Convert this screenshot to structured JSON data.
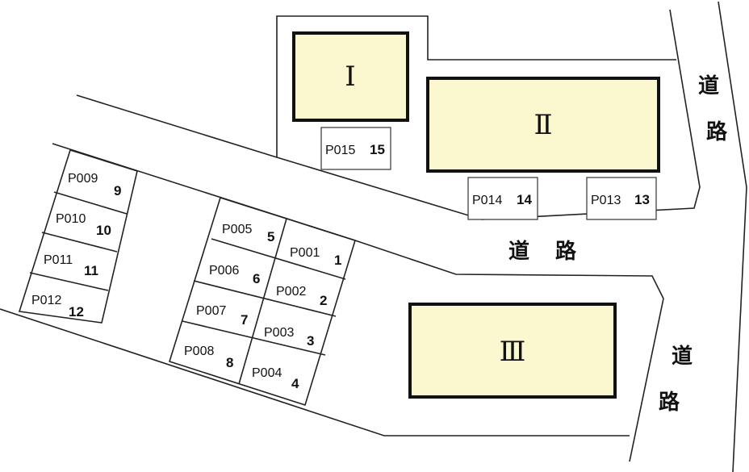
{
  "buildings": [
    {
      "id": "I",
      "label": "Ⅰ"
    },
    {
      "id": "II",
      "label": "Ⅱ"
    },
    {
      "id": "III",
      "label": "Ⅲ"
    }
  ],
  "roads": [
    {
      "id": "east-upper",
      "chars": [
        "道",
        "路"
      ]
    },
    {
      "id": "middle",
      "chars": [
        "道",
        "路"
      ]
    },
    {
      "id": "east-lower",
      "chars": [
        "道",
        "路"
      ]
    }
  ],
  "parking": [
    {
      "code": "P001",
      "number": "1"
    },
    {
      "code": "P002",
      "number": "2"
    },
    {
      "code": "P003",
      "number": "3"
    },
    {
      "code": "P004",
      "number": "4"
    },
    {
      "code": "P005",
      "number": "5"
    },
    {
      "code": "P006",
      "number": "6"
    },
    {
      "code": "P007",
      "number": "7"
    },
    {
      "code": "P008",
      "number": "8"
    },
    {
      "code": "P009",
      "number": "9"
    },
    {
      "code": "P010",
      "number": "10"
    },
    {
      "code": "P011",
      "number": "11"
    },
    {
      "code": "P012",
      "number": "12"
    },
    {
      "code": "P013",
      "number": "13"
    },
    {
      "code": "P014",
      "number": "14"
    },
    {
      "code": "P015",
      "number": "15"
    }
  ],
  "colors": {
    "building_fill": "#fbf7cf",
    "outline": "#111111"
  }
}
